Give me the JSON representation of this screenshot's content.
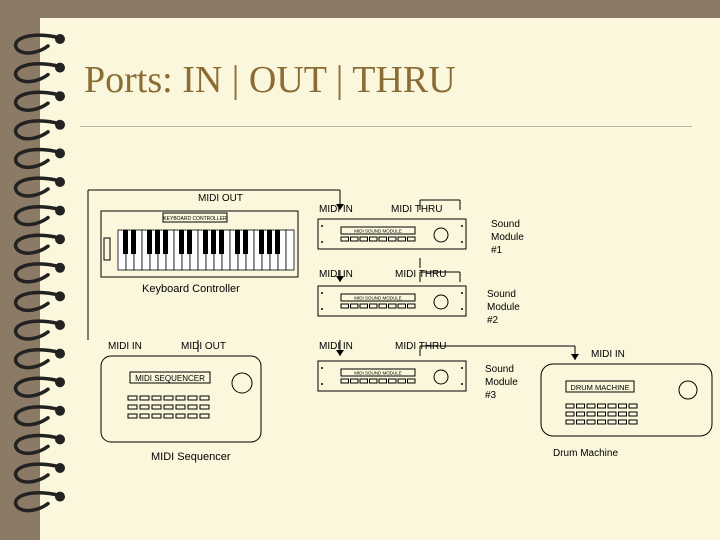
{
  "title": "Ports: IN | OUT | THRU",
  "keyboard": {
    "out_label": "MIDI OUT",
    "panel_label": "KEYBOARD CONTROLLER",
    "caption": "Keyboard Controller"
  },
  "modules": [
    {
      "in_label": "MIDI IN",
      "thru_label": "MIDI THRU",
      "panel_label": "MIDI SOUND MODULE",
      "name_lines": [
        "Sound",
        "Module",
        "#1"
      ]
    },
    {
      "in_label": "MIDI IN",
      "thru_label": "MIDI THRU",
      "panel_label": "MIDI SOUND MODULE",
      "name_lines": [
        "Sound",
        "Module",
        "#2"
      ]
    },
    {
      "in_label": "MIDI IN",
      "thru_label": "MIDI THRU",
      "panel_label": "MIDI SOUND MODULE",
      "name_lines": [
        "Sound",
        "Module",
        "#3"
      ]
    }
  ],
  "sequencer": {
    "in_label": "MIDI IN",
    "out_label": "MIDI OUT",
    "panel_label": "MIDI SEQUENCER",
    "caption": "MIDI Sequencer"
  },
  "drum_machine": {
    "in_label": "MIDI IN",
    "panel_label": "DRUM MACHINE",
    "caption": "Drum Machine"
  },
  "colors": {
    "background": "#8b7a66",
    "slide": "#fbf7dc",
    "title": "#8a6d35",
    "rings": "#222222"
  }
}
